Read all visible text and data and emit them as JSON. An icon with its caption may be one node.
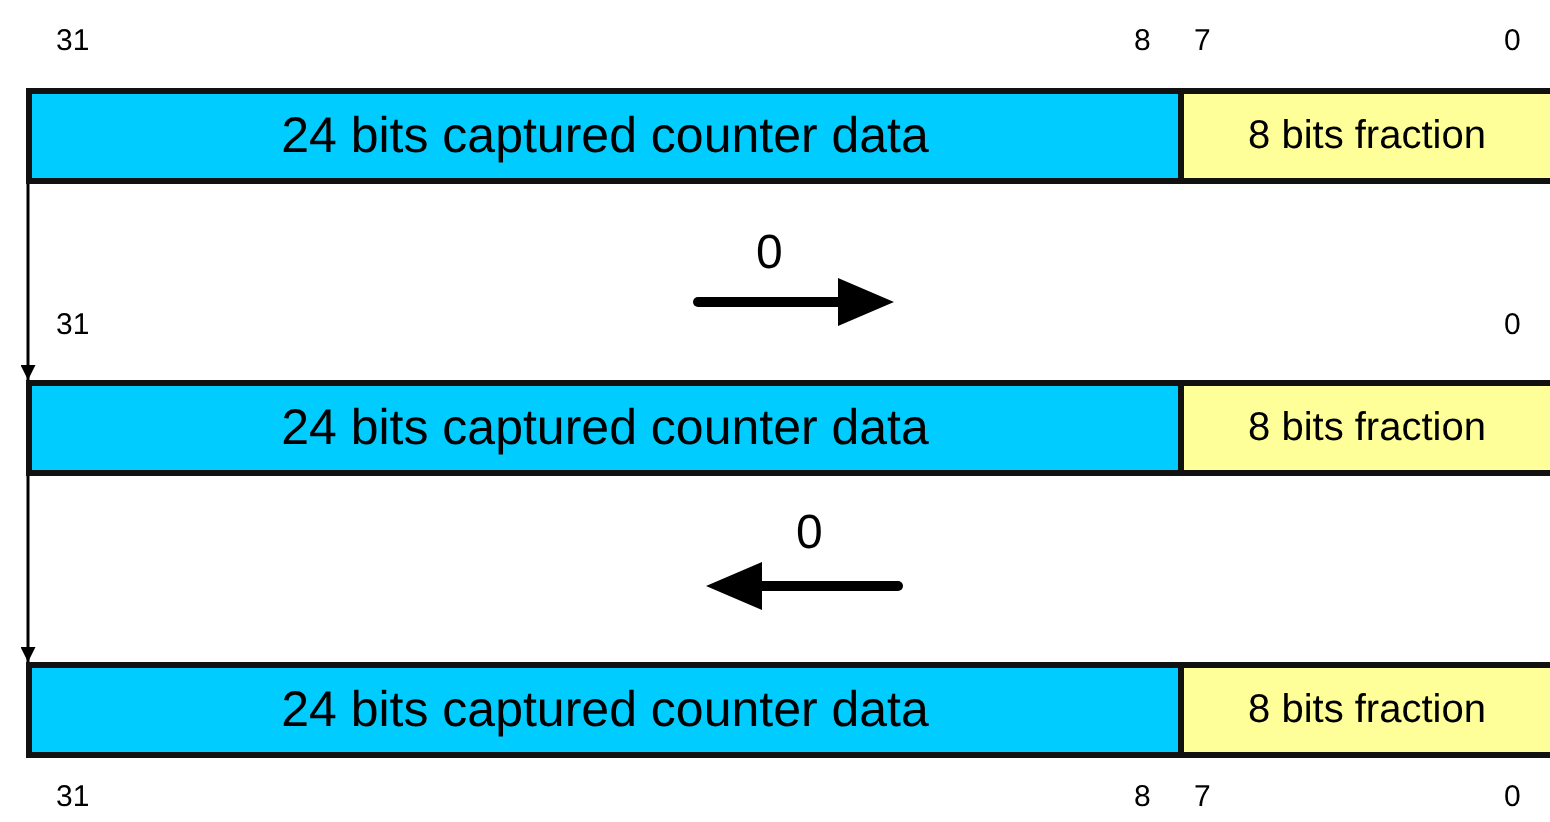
{
  "diagram": {
    "nodes": [
      {
        "text": [
          "24 bits captured counter data"
        ]
      },
      {
        "text": [
          "8 bits fraction"
        ]
      },
      {
        "text": [
          "24 bits captured counter data"
        ]
      },
      {
        "text": [
          "8 bits fraction"
        ]
      },
      {
        "text": [
          "24 bits captured counter data"
        ]
      },
      {
        "text": [
          "8 bits fraction"
        ]
      }
    ],
    "edges": [
      {
        "from": 0,
        "to": 2,
        "arrow": "to"
      },
      {
        "from": 2,
        "to": 4,
        "arrow": "to"
      }
    ],
    "labels": [
      "31",
      "8",
      "7",
      "0",
      "0",
      "31",
      "0",
      "0",
      "31",
      "8",
      "7",
      "0"
    ]
  }
}
